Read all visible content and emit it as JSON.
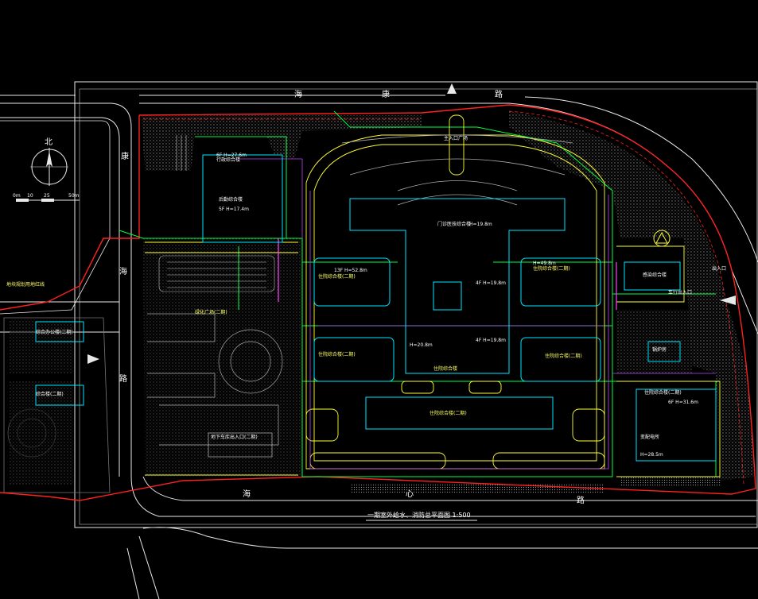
{
  "colors": {
    "background": "#000000",
    "boundary_red": "#ff2020",
    "road_white": "#e8e8e8",
    "building_cyan": "#00e5ff",
    "green_pipe": "#00ff3c",
    "yellow_line": "#ffff33",
    "purple_pipe": "#c040ff",
    "magenta": "#ff40ff",
    "hatch_grey": "#8a8a8a"
  },
  "north_arrow": {
    "label": "北",
    "scale_labels": [
      "0m",
      "10",
      "25",
      "50m"
    ]
  },
  "roads": {
    "top_road": [
      "海",
      "康",
      "路"
    ],
    "left_road_top": "康",
    "left_road_mid": "海",
    "left_road_low": "路",
    "bottom_road": [
      "海",
      "心",
      "路"
    ]
  },
  "buildings": {
    "main_hall": "门诊医技综合楼",
    "entry_plaza": "主入口广场",
    "inpatient_a": "住院综合楼(二期)",
    "inpatient_b": "住院综合楼(二期)",
    "center_block": "住院综合楼",
    "bottom_block": "住院综合楼(二期)",
    "admin": "行政综合楼",
    "logistics": "后勤综合楼",
    "infection": "感染综合楼",
    "boiler": "锅炉房",
    "power": "变配电所",
    "right_block": "住院综合楼(二期)",
    "left_block_1": "综合办公楼(二期)",
    "left_block_2": "综合楼(二期)",
    "garage_note": "地下车库出入口(二期)",
    "plaza_note": "绿化广场(二期)"
  },
  "heights": {
    "h1": "6F H=27.6m",
    "h2": "5F H=17.4m",
    "h3": "H=19.8m",
    "h4": "13F H=52.8m",
    "h5": "H=20.8m",
    "h6": "4F H=19.8m",
    "h7": "4F H=19.8m",
    "h8": "H=49.8m",
    "h9": "6F H=31.6m",
    "h10": "H=28.5m"
  },
  "entrances": {
    "right_entry_1": "出入口",
    "right_entry_2": "车行出入口"
  },
  "left_notes": {
    "note_1": "地块规划用地红线"
  },
  "drawing_title": "一期室外给水、消防总平面图 1:500"
}
